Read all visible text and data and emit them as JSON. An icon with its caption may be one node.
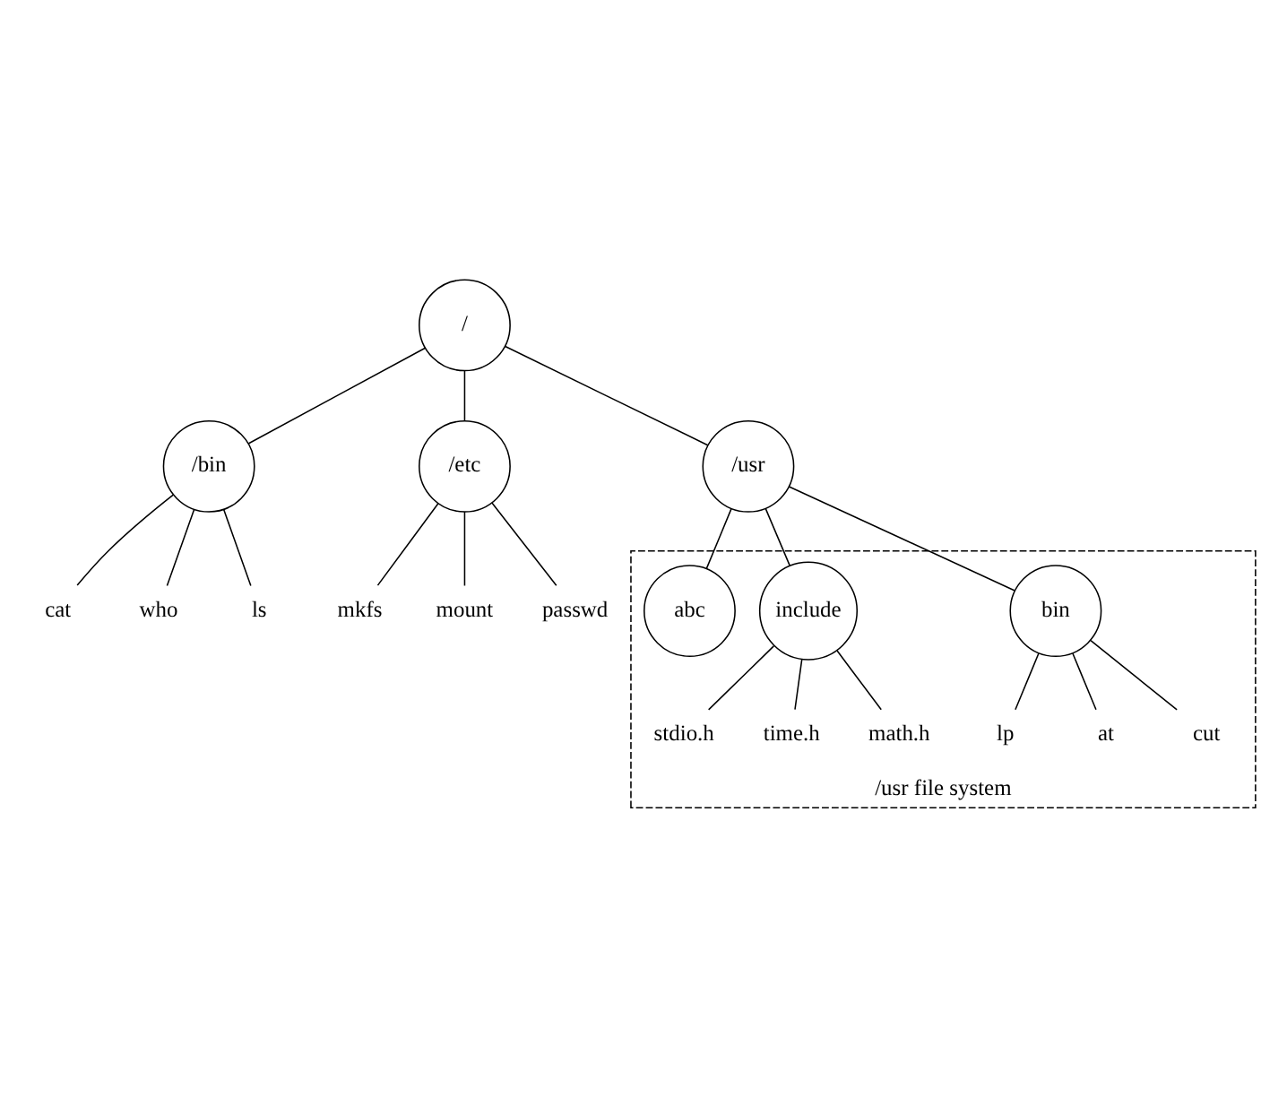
{
  "diagram": {
    "nodes": [
      {
        "text": [
          "/"
        ]
      },
      {
        "text": [
          "/bin"
        ]
      },
      {
        "text": [
          "/etc"
        ]
      },
      {
        "text": [
          "/usr"
        ]
      },
      {
        "text": [
          "cat"
        ]
      },
      {
        "text": [
          "who"
        ]
      },
      {
        "text": [
          "ls"
        ]
      },
      {
        "text": [
          "mkfs"
        ]
      },
      {
        "text": [
          "mount"
        ]
      },
      {
        "text": [
          "passwd"
        ]
      },
      {
        "text": [
          "/usr file system"
        ]
      },
      {
        "text": [
          "bin"
        ],
        "in": 10
      },
      {
        "text": [
          "include"
        ],
        "in": 10
      },
      {
        "text": [
          "abc"
        ],
        "in": 10
      },
      {
        "text": [
          "lp"
        ],
        "in": 10
      },
      {
        "text": [
          "at"
        ],
        "in": 10
      },
      {
        "text": [
          "cut"
        ],
        "in": 10
      },
      {
        "text": [
          "stdio.h"
        ],
        "in": 10
      },
      {
        "text": [
          "time.h"
        ],
        "in": 10
      },
      {
        "text": [
          "math.h"
        ],
        "in": 10
      }
    ],
    "edges": [
      {
        "from": 0,
        "to": 1,
        "arrow": "none"
      },
      {
        "from": 0,
        "to": 2,
        "arrow": "none"
      },
      {
        "from": 0,
        "to": 3,
        "arrow": "none"
      },
      {
        "from": 1,
        "to": 4,
        "arrow": "none"
      },
      {
        "from": 1,
        "to": 5,
        "arrow": "none"
      },
      {
        "from": 1,
        "to": 6,
        "arrow": "none"
      },
      {
        "from": 2,
        "to": 7,
        "arrow": "none"
      },
      {
        "from": 2,
        "to": 8,
        "arrow": "none"
      },
      {
        "from": 2,
        "to": 9,
        "arrow": "none"
      },
      {
        "from": 3,
        "to": 11,
        "arrow": "none"
      },
      {
        "from": 3,
        "to": 12,
        "arrow": "none"
      },
      {
        "from": 3,
        "to": 13,
        "arrow": "none"
      },
      {
        "from": 11,
        "to": 14,
        "arrow": "none"
      },
      {
        "from": 11,
        "to": 15,
        "arrow": "none"
      },
      {
        "from": 11,
        "to": 16,
        "arrow": "none"
      },
      {
        "from": 12,
        "to": 17,
        "arrow": "none"
      },
      {
        "from": 12,
        "to": 18,
        "arrow": "none"
      },
      {
        "from": 12,
        "to": 19,
        "arrow": "none"
      }
    ]
  }
}
